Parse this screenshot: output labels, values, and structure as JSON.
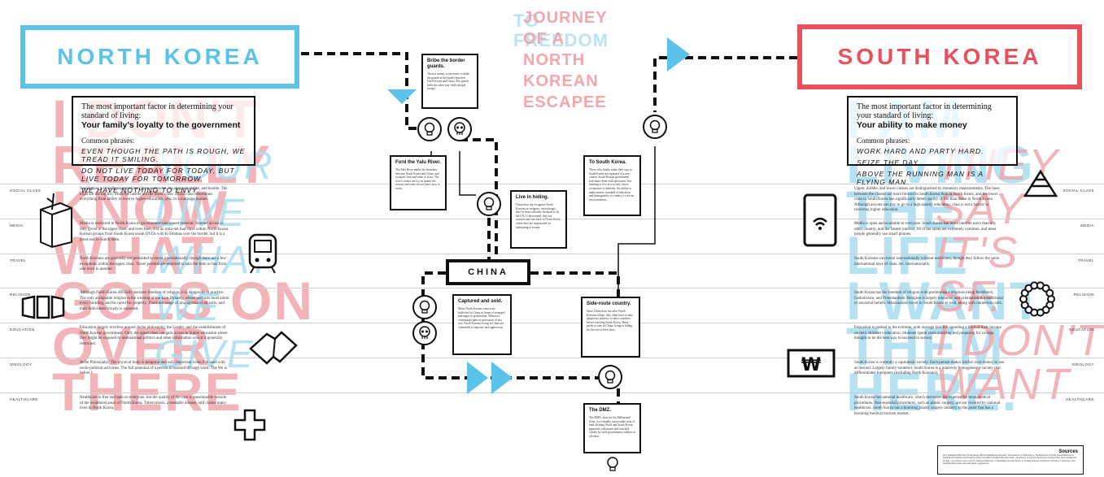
{
  "title": {
    "lines": [
      "JOURNEY",
      "OF A",
      "NORTH",
      "KOREAN",
      "ESCAPEE"
    ],
    "overlay": "TO FREEDOM",
    "color_primary": "#f2a7ad",
    "color_secondary": "#a9def2"
  },
  "colors": {
    "north": "#5bc3ea",
    "south": "#e8505b",
    "ink": "#111111"
  },
  "north": {
    "name": "NORTH KOREA",
    "bg_text": "I DON'T\nREALLY\nKNOW\nWHAT\nGOES ON\nOVER\nTHERE",
    "bg_text2": "YOUR\nLIVE\nWHAT\nWE\nGIVE",
    "box": {
      "lead": "The most important factor in determining your standard of living:",
      "key": "Your family's loyalty to the government",
      "sub": "Common phrases:",
      "phrases": [
        "Even though the path is rough, we tread it smiling.",
        "Do not live today for today, but live today for tomorrow.",
        "We have nothing to envy."
      ]
    },
    "rows": [
      "Social class is broadly separated into three categories: loyal, questionable, and hostile. The loyal are the top tier, while the hostile are the lower class. Social class determines everything from ability to receive higher education, jobs, to a marriage partner.",
      "Media is restricted in North Korea to government-sanctioned material. Internet access is only given to the upper class, and even then, it is an intra-net that stays within North Korea. Korean groups from South Korea sneak DVDs with K-Dramas over the border, but it is a great risk to watch them.",
      "North Koreans are generally not permitted to travel internationally, though there are a few exceptions within the upper class. Travel permits are required to take the train or bus from one town to another.",
      "Although North Korea officially declares freedom of religion, it is dangerous to practice. The only acceptable religion is the worship of the Kim Dynasty, whose portraits must adorn every building, and be cared for properly. There are usage of propaganda of all sorts, and their faith-based loyalty is expected.",
      "Education largely revolves around Juche philosophy, the Leader, and the establishment of North Korean government. Only the upper class can gain access to higher education where they might be exposed to international politics and other information which is generally restricted.",
      "Juche Philosophy: The physical body is temporal and only important when it is used with socio-political activities. The full potential of a person is realized through work. The We is before I.",
      "Healthcare is free and open to everyone, but the quality of the care is questionable outside of the wealthiest areas of North Korea. Tuberculosis, a treatable disease, still claims many lives in North Korea."
    ]
  },
  "south": {
    "name": "SOUTH KOREA",
    "bg_text": "I AM\nLIVING\nTHE\nLIFE\nI WANT\nTHEM\nHERE.",
    "bg_text2": "THEY\nSAY\nIT'S\nSF.\nI DON'T\nWANT",
    "box": {
      "lead": "The most important factor in determining your standard of living:",
      "key": "Your ability to make money",
      "sub": "Common phrases:",
      "phrases": [
        "Work hard and party hard.",
        "Seize the day.",
        "Above the running man is a flying man."
      ]
    },
    "rows": [
      "Upper, middle, and lower classes are distinguished by monetary measurements. The lines between the classes are more blurred in South Korea than in North Korea, and the lower class in South Korea has significantly better quality of life than those in North Korea. Although anyone can pay to go to a high-quality education, class is not a barrier to receiving higher education.",
      "Media is open and available to everyone. South Korea has more internet users than any other country, and the fastest internet. Wi-fi hot spots are extremely common, and most people generally use smart phones.",
      "South Koreans can travel internationally without restriction, though they follow the same international laws of visas, etc. internationally.",
      "South Korea has the freedom of religion with predominant religions being Buddhism, Catholicism, and Protestantism. Religion is largely tolerable, and orientation is a traditional or ancestral beliefs. Missionaries travel to South Korea as well, along with numerous cults.",
      "Education is pushed to the extreme, with average families spending a third of their income on their children's education. Students spend years studying and preparing for college, thought to be the best way to succeed in society.",
      "South Korea is currently a capitalistic society. Each person makes his/her own money to use as desired. Largely family-centered, South Korea is a relatively homogeneous society that differentiates foreigners (including North Koreans).",
      "South Korea has national healthcare, which decreases the expense for most medical procedures. Non-essential procedures, such as plastic surgery, are not covered by national healthcare. South Korea has a booming plastic surgery industry to the point that has a booming medical tourism market."
    ]
  },
  "row_labels": [
    "SOCIAL CLASS",
    "MEDIA",
    "TRAVEL",
    "RELIGION",
    "EDUCATION",
    "IDEOLOGY",
    "HEALTHCARE"
  ],
  "china": {
    "label": "CHINA"
  },
  "steps": {
    "bribe": {
      "title": "Bribe the border guards.",
      "body": "Tried at money is necessary to bribe the guards at the border between North Korea and China. The guards bribe the other way while people escape."
    },
    "yalu": {
      "title": "Ford the Yalu River.",
      "body": "The Yalu River marks the boundary between North Korea and China, and escapees ford and swim to cross. The river's waters are icy no matter the season, and some do not know how to swim."
    },
    "hiding": {
      "title": "Live in hiding.",
      "body": "China does not recognize North Koreans as refugees, even though they've been officially declared so by the UN. If discovered, they are arrested and sent back to North Korea, where they are imprisoned for attempting to escape."
    },
    "captured": {
      "title": "Captured and sold.",
      "body": "Many North Korean women are trafficked to China in forms of arranged marriages to prostitution. Without a citizenship rights or protection of any sort, North Koreans living in China are vulnerable to injustice and oppression."
    },
    "sideroute": {
      "title": "Side-route country.",
      "body": "Since China does not offer North Koreans refuge, they often have to take dangerous journeys to other countries before reaching South Korea. Many prefer to stay in China, living in hiding for the rest of their lives."
    },
    "toskorea": {
      "title": "To South Korea.",
      "body": "Those who finally make their way to South Korea are regarded of a new citizen. South Korean government welcomes them with open arms, but learning to live in a society where acceptance is different, the ability to make money, standard of education and homogeneity to country it's not an easy transition."
    },
    "dmz": {
      "title": "The DMZ.",
      "body": "The DMZ, short for the Militarized Zone, is a virtually uncrossable strip of land dividing North and South Korea, peppered with mines and watched closely by both governments soldiers at all times."
    }
  },
  "sources": {
    "title": "Sources",
    "body": "2011 Uzbekistan Web Page: North Korean Official Simplification Program / In the Interest of Unification. 2. The Integration of North Korean Defectors in South Korea: Problems and Prospects. Penn Consortium of Political Research Series / An Absence of God in North Korean. Lessons Notes and Contemporary Ex-Pats / e.g. in Korea Zeal-Loves For National Unification. 3. Rebuilding Life After Korea. 4. Working in Korea for Defector Narratives 5. Interviews with North Korean escapees and other public organizations."
  }
}
